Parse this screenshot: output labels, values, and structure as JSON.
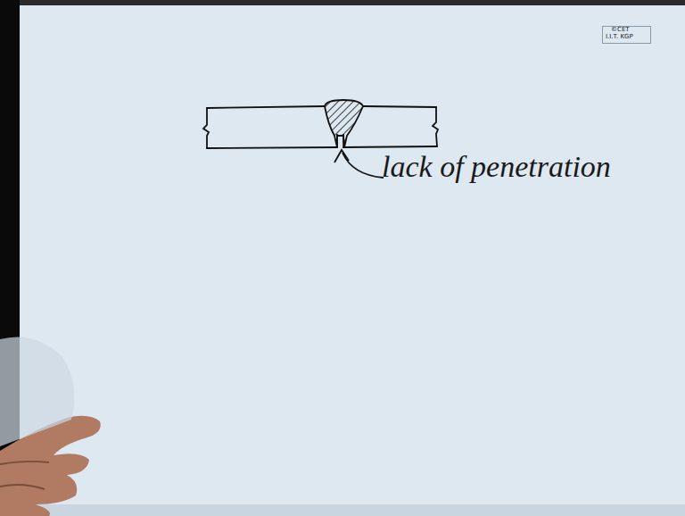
{
  "diagram": {
    "labels": [
      "lack of penetration",
      "©CET",
      "I.I.T. KGP"
    ]
  }
}
